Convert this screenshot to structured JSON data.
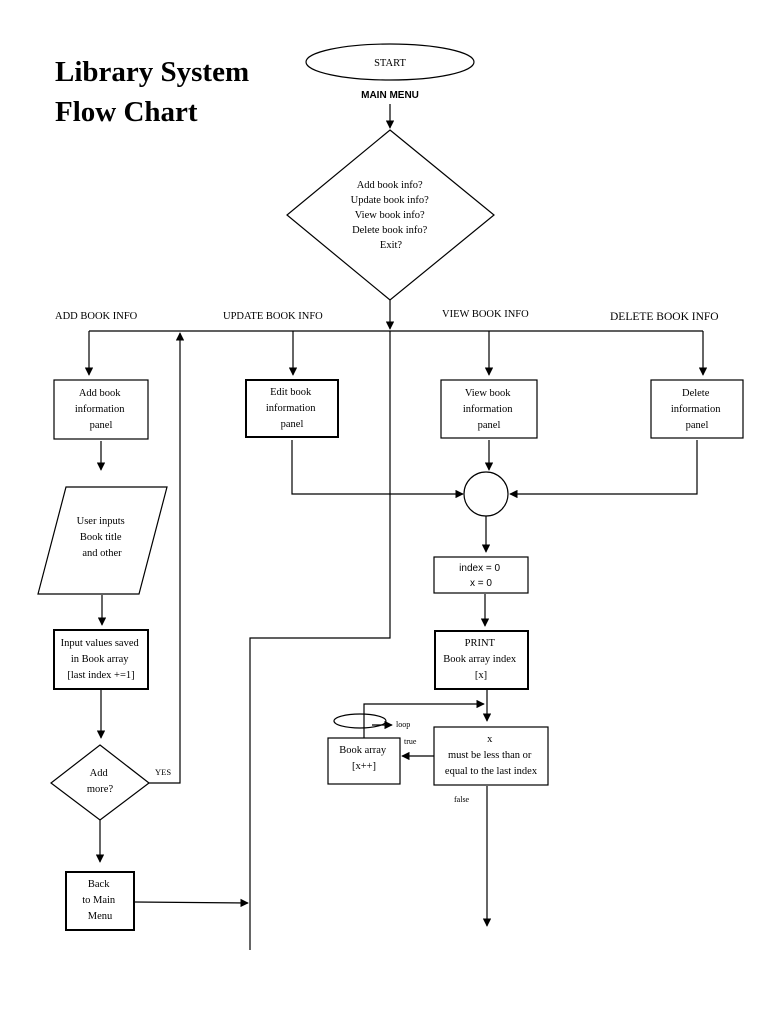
{
  "title": {
    "line1": "Library System",
    "line2": "Flow Chart"
  },
  "start": "START",
  "main_menu": "MAIN MENU",
  "menu_decision": [
    "Add book info?",
    "Update book info?",
    "View book info?",
    "Delete book info?",
    "Exit?"
  ],
  "branches": {
    "add": "ADD BOOK INFO",
    "update": "UPDATE BOOK INFO",
    "view": "VIEW BOOK INFO",
    "delete": "DELETE BOOK INFO"
  },
  "add_panel": [
    "Add book",
    "information",
    "panel"
  ],
  "edit_panel": [
    "Edit book",
    "information",
    "panel"
  ],
  "view_panel": [
    "View book",
    "information",
    "panel"
  ],
  "delete_panel": [
    "Delete",
    "information",
    "panel"
  ],
  "user_input": [
    "User inputs",
    "Book title",
    "and other"
  ],
  "saved": [
    "Input values saved",
    "in Book array",
    "[last index +=1]"
  ],
  "add_more": [
    "Add",
    "more?"
  ],
  "yes": "YES",
  "back": [
    "Back",
    "to Main",
    "Menu"
  ],
  "init": [
    "index = 0",
    "x = 0"
  ],
  "print": [
    "PRINT",
    "Book array index",
    "[x]"
  ],
  "condition": [
    "x",
    "must be less than or",
    "equal to the last index"
  ],
  "increment": [
    "Book array",
    "[x++]"
  ],
  "loop": "loop",
  "true_label": "true",
  "false_label": "false"
}
